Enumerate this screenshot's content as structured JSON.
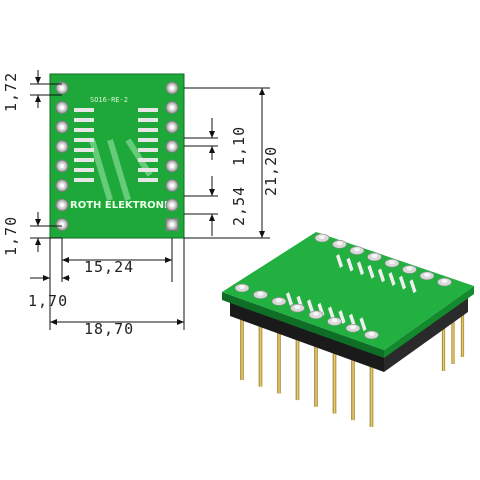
{
  "board": {
    "brand": "ROTH ELEKTRONIK",
    "part_code": "SO16-RE-2",
    "pins_per_side": 8,
    "pcb_color": "#1faa3a",
    "pad_color": "#c8c8c8"
  },
  "dimensions": {
    "pad_offset_top": "1,72",
    "pad_offset_bottom": "1,70",
    "pitch_small": "1,10",
    "pitch_large": "2,54",
    "height_total": "21,20",
    "row_spacing": "15,24",
    "edge_offset": "1,70",
    "width_total": "18,70"
  }
}
